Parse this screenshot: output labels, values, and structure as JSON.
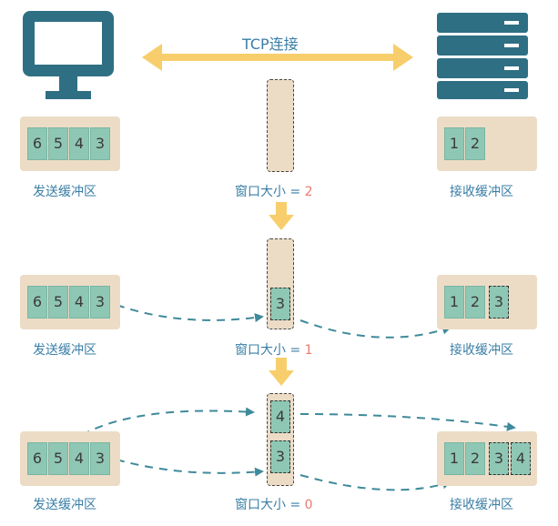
{
  "top": {
    "tcp_label": "TCP连接"
  },
  "rows": [
    {
      "sender_cells": [
        "6",
        "5",
        "4",
        "3"
      ],
      "sender_label": "发送缓冲区",
      "window_label": "窗口大小 = ",
      "window_value": "2",
      "window_cells": [],
      "receiver_cells": [
        "1",
        "2"
      ],
      "receiver_label": "接收缓冲区"
    },
    {
      "sender_cells": [
        "6",
        "5",
        "4",
        "3"
      ],
      "sender_label": "发送缓冲区",
      "window_label": "窗口大小 = ",
      "window_value": "1",
      "window_cells": [
        "3"
      ],
      "receiver_cells": [
        "1",
        "2",
        "3"
      ],
      "receiver_label": "接收缓冲区"
    },
    {
      "sender_cells": [
        "6",
        "5",
        "4",
        "3"
      ],
      "sender_label": "发送缓冲区",
      "window_label": "窗口大小 = ",
      "window_value": "0",
      "window_cells": [
        "4",
        "3"
      ],
      "receiver_cells": [
        "1",
        "2",
        "3",
        "4"
      ],
      "receiver_label": "接收缓冲区"
    }
  ],
  "colors": {
    "accent_text": "#3a7ea6",
    "window_value": "#e97a6f",
    "buffer_bg": "#ecdcc6",
    "cell_fill": "#8fc7b5",
    "arrow_yellow": "#f7ce6b",
    "dashed_arrow": "#3f8a9a"
  },
  "icons": [
    "computer-monitor-icon",
    "server-rack-icon"
  ]
}
